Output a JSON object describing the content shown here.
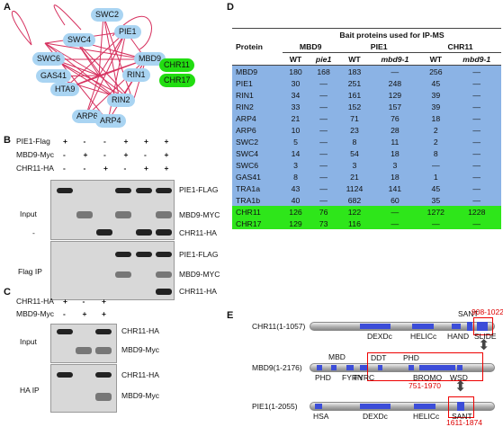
{
  "panels": {
    "a": "A",
    "b": "B",
    "c": "C",
    "d": "D",
    "e": "E"
  },
  "network": {
    "nodes": [
      "SWC2",
      "PIE1",
      "SWC4",
      "MBD9",
      "CHR11",
      "CHR17",
      "SWC6",
      "GAS41",
      "HTA9",
      "RIN1",
      "ARP6",
      "RIN2",
      "ARP4"
    ],
    "node_color": "#a9d4f2",
    "chr_color": "#22dd11",
    "edge_color": "#d6305e"
  },
  "b": {
    "conditions": [
      "PIE1-Flag",
      "MBD9-Myc",
      "CHR11-HA"
    ],
    "signs": [
      [
        "+",
        "-",
        "-",
        "+",
        "+",
        "+"
      ],
      [
        "-",
        "+",
        "-",
        "+",
        "-",
        "+"
      ],
      [
        "-",
        "-",
        "+",
        "-",
        "+",
        "+"
      ]
    ],
    "input_label": "Input",
    "ip_label": "Flag IP",
    "dash": "-",
    "blot_labels": [
      "PIE1-FLAG",
      "MBD9-MYC",
      "CHR11-HA",
      "PIE1-FLAG",
      "MBD9-MYC",
      "CHR11-HA"
    ]
  },
  "c": {
    "conditions": [
      "CHR11-HA",
      "MBD9-Myc"
    ],
    "signs": [
      [
        "+",
        "-",
        "+"
      ],
      [
        "-",
        "+",
        "+"
      ]
    ],
    "input_label": "Input",
    "ip_label": "HA IP",
    "blot_labels": [
      "CHR11-HA",
      "MBD9-Myc",
      "CHR11-HA",
      "MBD9-Myc"
    ]
  },
  "d": {
    "title": "Bait proteins used for IP-MS",
    "protein_header": "Protein",
    "baits": [
      "MBD9",
      "PIE1",
      "CHR11"
    ],
    "sub": [
      "WT",
      "pie1",
      "WT",
      "mbd9-1",
      "WT",
      "mbd9-1"
    ],
    "rows": [
      {
        "p": "MBD9",
        "v": [
          "180",
          "168",
          "183",
          "—",
          "256",
          "—"
        ],
        "g": false
      },
      {
        "p": "PIE1",
        "v": [
          "30",
          "—",
          "251",
          "248",
          "45",
          "—"
        ],
        "g": false
      },
      {
        "p": "RIN1",
        "v": [
          "34",
          "—",
          "161",
          "129",
          "39",
          "—"
        ],
        "g": false
      },
      {
        "p": "RIN2",
        "v": [
          "33",
          "—",
          "152",
          "157",
          "39",
          "—"
        ],
        "g": false
      },
      {
        "p": "ARP4",
        "v": [
          "21",
          "—",
          "71",
          "76",
          "18",
          "—"
        ],
        "g": false
      },
      {
        "p": "ARP6",
        "v": [
          "10",
          "—",
          "23",
          "28",
          "2",
          "—"
        ],
        "g": false
      },
      {
        "p": "SWC2",
        "v": [
          "5",
          "—",
          "8",
          "11",
          "2",
          "—"
        ],
        "g": false
      },
      {
        "p": "SWC4",
        "v": [
          "14",
          "—",
          "54",
          "18",
          "8",
          "—"
        ],
        "g": false
      },
      {
        "p": "SWC6",
        "v": [
          "3",
          "—",
          "3",
          "3",
          "—",
          "—"
        ],
        "g": false
      },
      {
        "p": "GAS41",
        "v": [
          "8",
          "—",
          "21",
          "18",
          "1",
          "—"
        ],
        "g": false
      },
      {
        "p": "TRA1a",
        "v": [
          "43",
          "—",
          "1124",
          "141",
          "45",
          "—"
        ],
        "g": false
      },
      {
        "p": "TRA1b",
        "v": [
          "40",
          "—",
          "682",
          "60",
          "35",
          "—"
        ],
        "g": false
      },
      {
        "p": "CHR11",
        "v": [
          "126",
          "76",
          "122",
          "—",
          "1272",
          "1228"
        ],
        "g": true
      },
      {
        "p": "CHR17",
        "v": [
          "129",
          "73",
          "116",
          "—",
          "—",
          "—"
        ],
        "g": true
      }
    ]
  },
  "e": {
    "chr11": {
      "name": "CHR11(1-1057)",
      "domains": [
        "DEXDc",
        "HELICc",
        "HAND",
        "SANT",
        "SLIDE"
      ],
      "range": "908-1022"
    },
    "mbd9": {
      "name": "MBD9(1-2176)",
      "domains": [
        "PHD",
        "MBD",
        "FYRN",
        "FYRC",
        "DDT",
        "PHD",
        "BROMO",
        "WSD"
      ],
      "range": "751-1970"
    },
    "pie1": {
      "name": "PIE1(1-2055)",
      "domains": [
        "HSA",
        "DEXDc",
        "HELICc",
        "SANT"
      ],
      "range": "1611-1874"
    }
  }
}
